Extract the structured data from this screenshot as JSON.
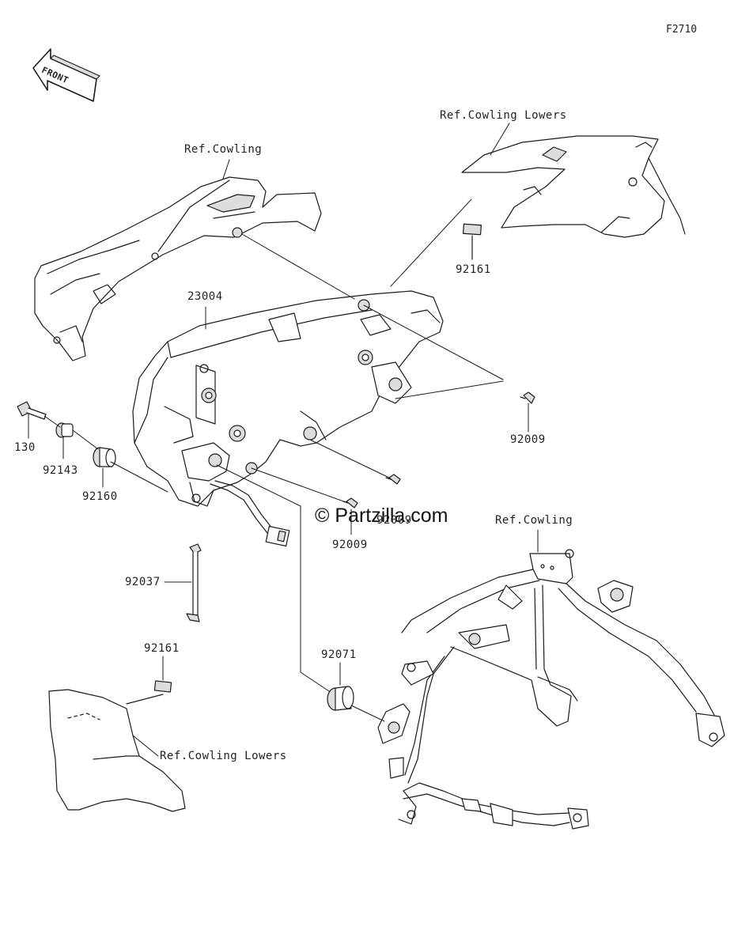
{
  "figure_id": "F2710",
  "front_arrow_label": "FRONT",
  "watermark": "© Partzilla.com",
  "refs": {
    "cowling_top": "Ref.Cowling",
    "cowling_lowers_top": "Ref.Cowling Lowers",
    "cowling_frame": "Ref.Cowling",
    "cowling_lowers_bottom": "Ref.Cowling Lowers"
  },
  "parts": {
    "p23004": "23004",
    "p92161_top": "92161",
    "p92009_right": "92009",
    "p130": "130",
    "p92143": "92143",
    "p92160": "92160",
    "p92009_mid": "92009",
    "p92009_low": "92009",
    "p92037": "92037",
    "p92161_bottom": "92161",
    "p92071": "92071"
  },
  "colors": {
    "line": "#1a1a1a",
    "fill": "#ffffff",
    "shade": "#d9d9d9"
  }
}
